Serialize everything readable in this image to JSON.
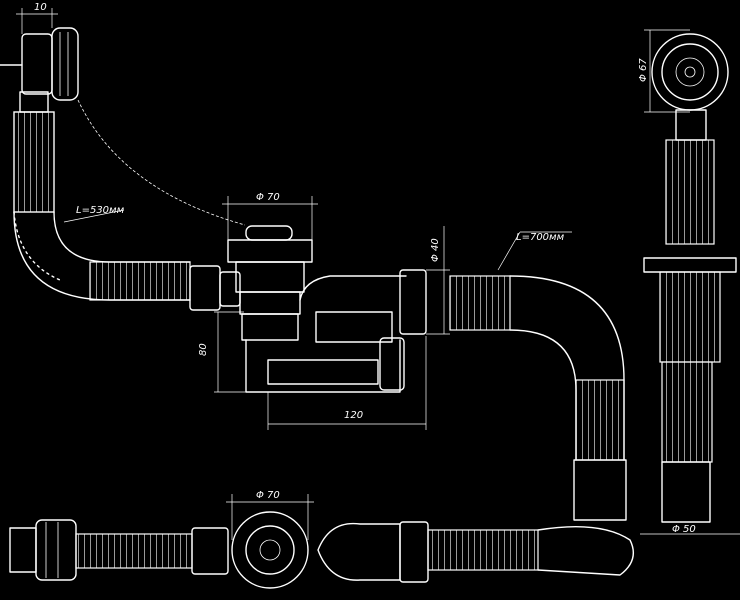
{
  "drawing": {
    "dimensions": {
      "outlet_diameter_top": "Φ 70",
      "outlet_diameter_bottom": "Φ 70",
      "pipe_diameter": "Φ 40",
      "outlet_end_diameter": "Φ 50",
      "overflow_diameter": "Φ 67",
      "overflow_hose_length": "L=530мм",
      "drain_hose_length": "L=700мм",
      "trap_height": "80",
      "trap_length": "120",
      "top_thickness": "10"
    }
  }
}
